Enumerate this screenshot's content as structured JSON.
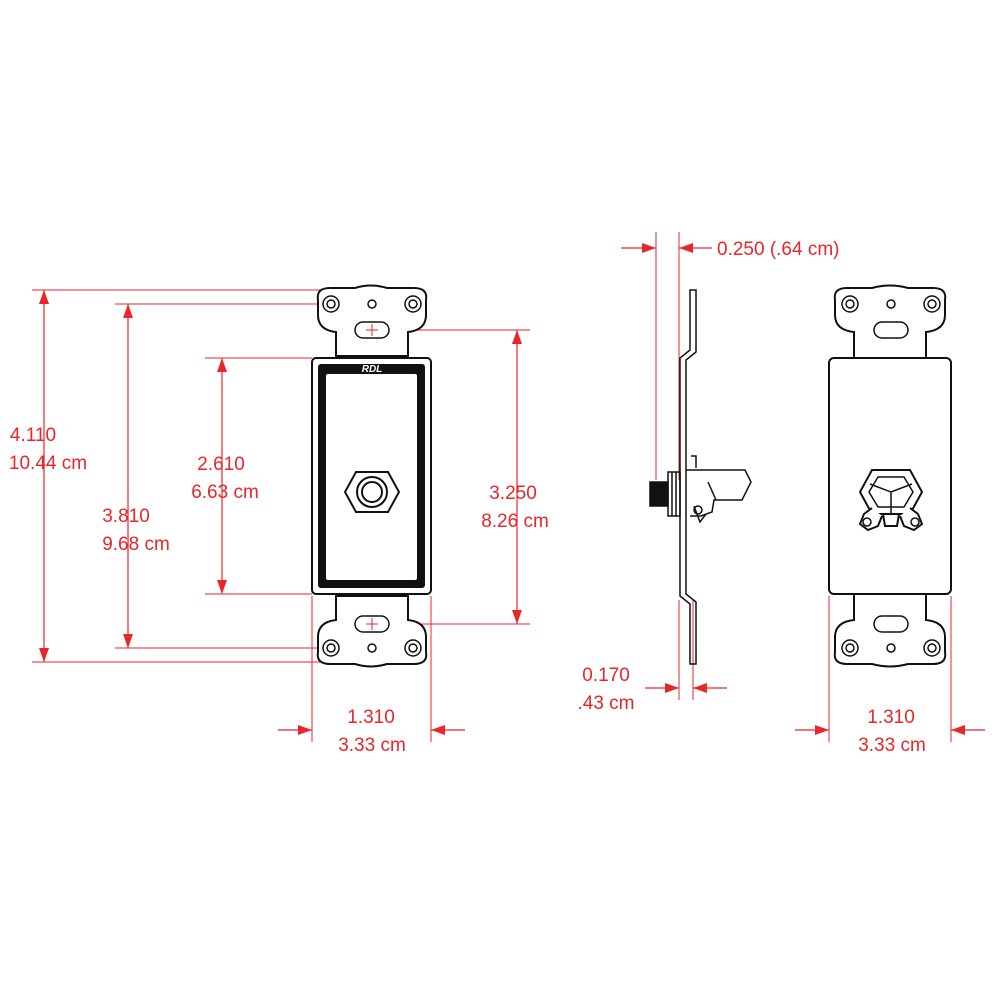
{
  "colors": {
    "dimension": "#e8262b",
    "outline": "#111111",
    "background": "#ffffff"
  },
  "brand_label": "RDL",
  "dimensions": {
    "overall_height": {
      "imperial": "4.110",
      "metric": "10.44 cm"
    },
    "mount_hole_spacing": {
      "imperial": "3.810",
      "metric": "9.68 cm"
    },
    "panel_height": {
      "imperial": "2.610",
      "metric": "6.63 cm"
    },
    "screw_slot_spacing": {
      "imperial": "3.250",
      "metric": "8.26 cm"
    },
    "front_width": {
      "imperial": "1.310",
      "metric": "3.33 cm"
    },
    "depth": {
      "text": "0.250 (.64 cm)"
    },
    "plate_thickness": {
      "imperial": "0.170",
      "metric": ".43 cm"
    },
    "rear_width": {
      "imperial": "1.310",
      "metric": "3.33 cm"
    }
  }
}
